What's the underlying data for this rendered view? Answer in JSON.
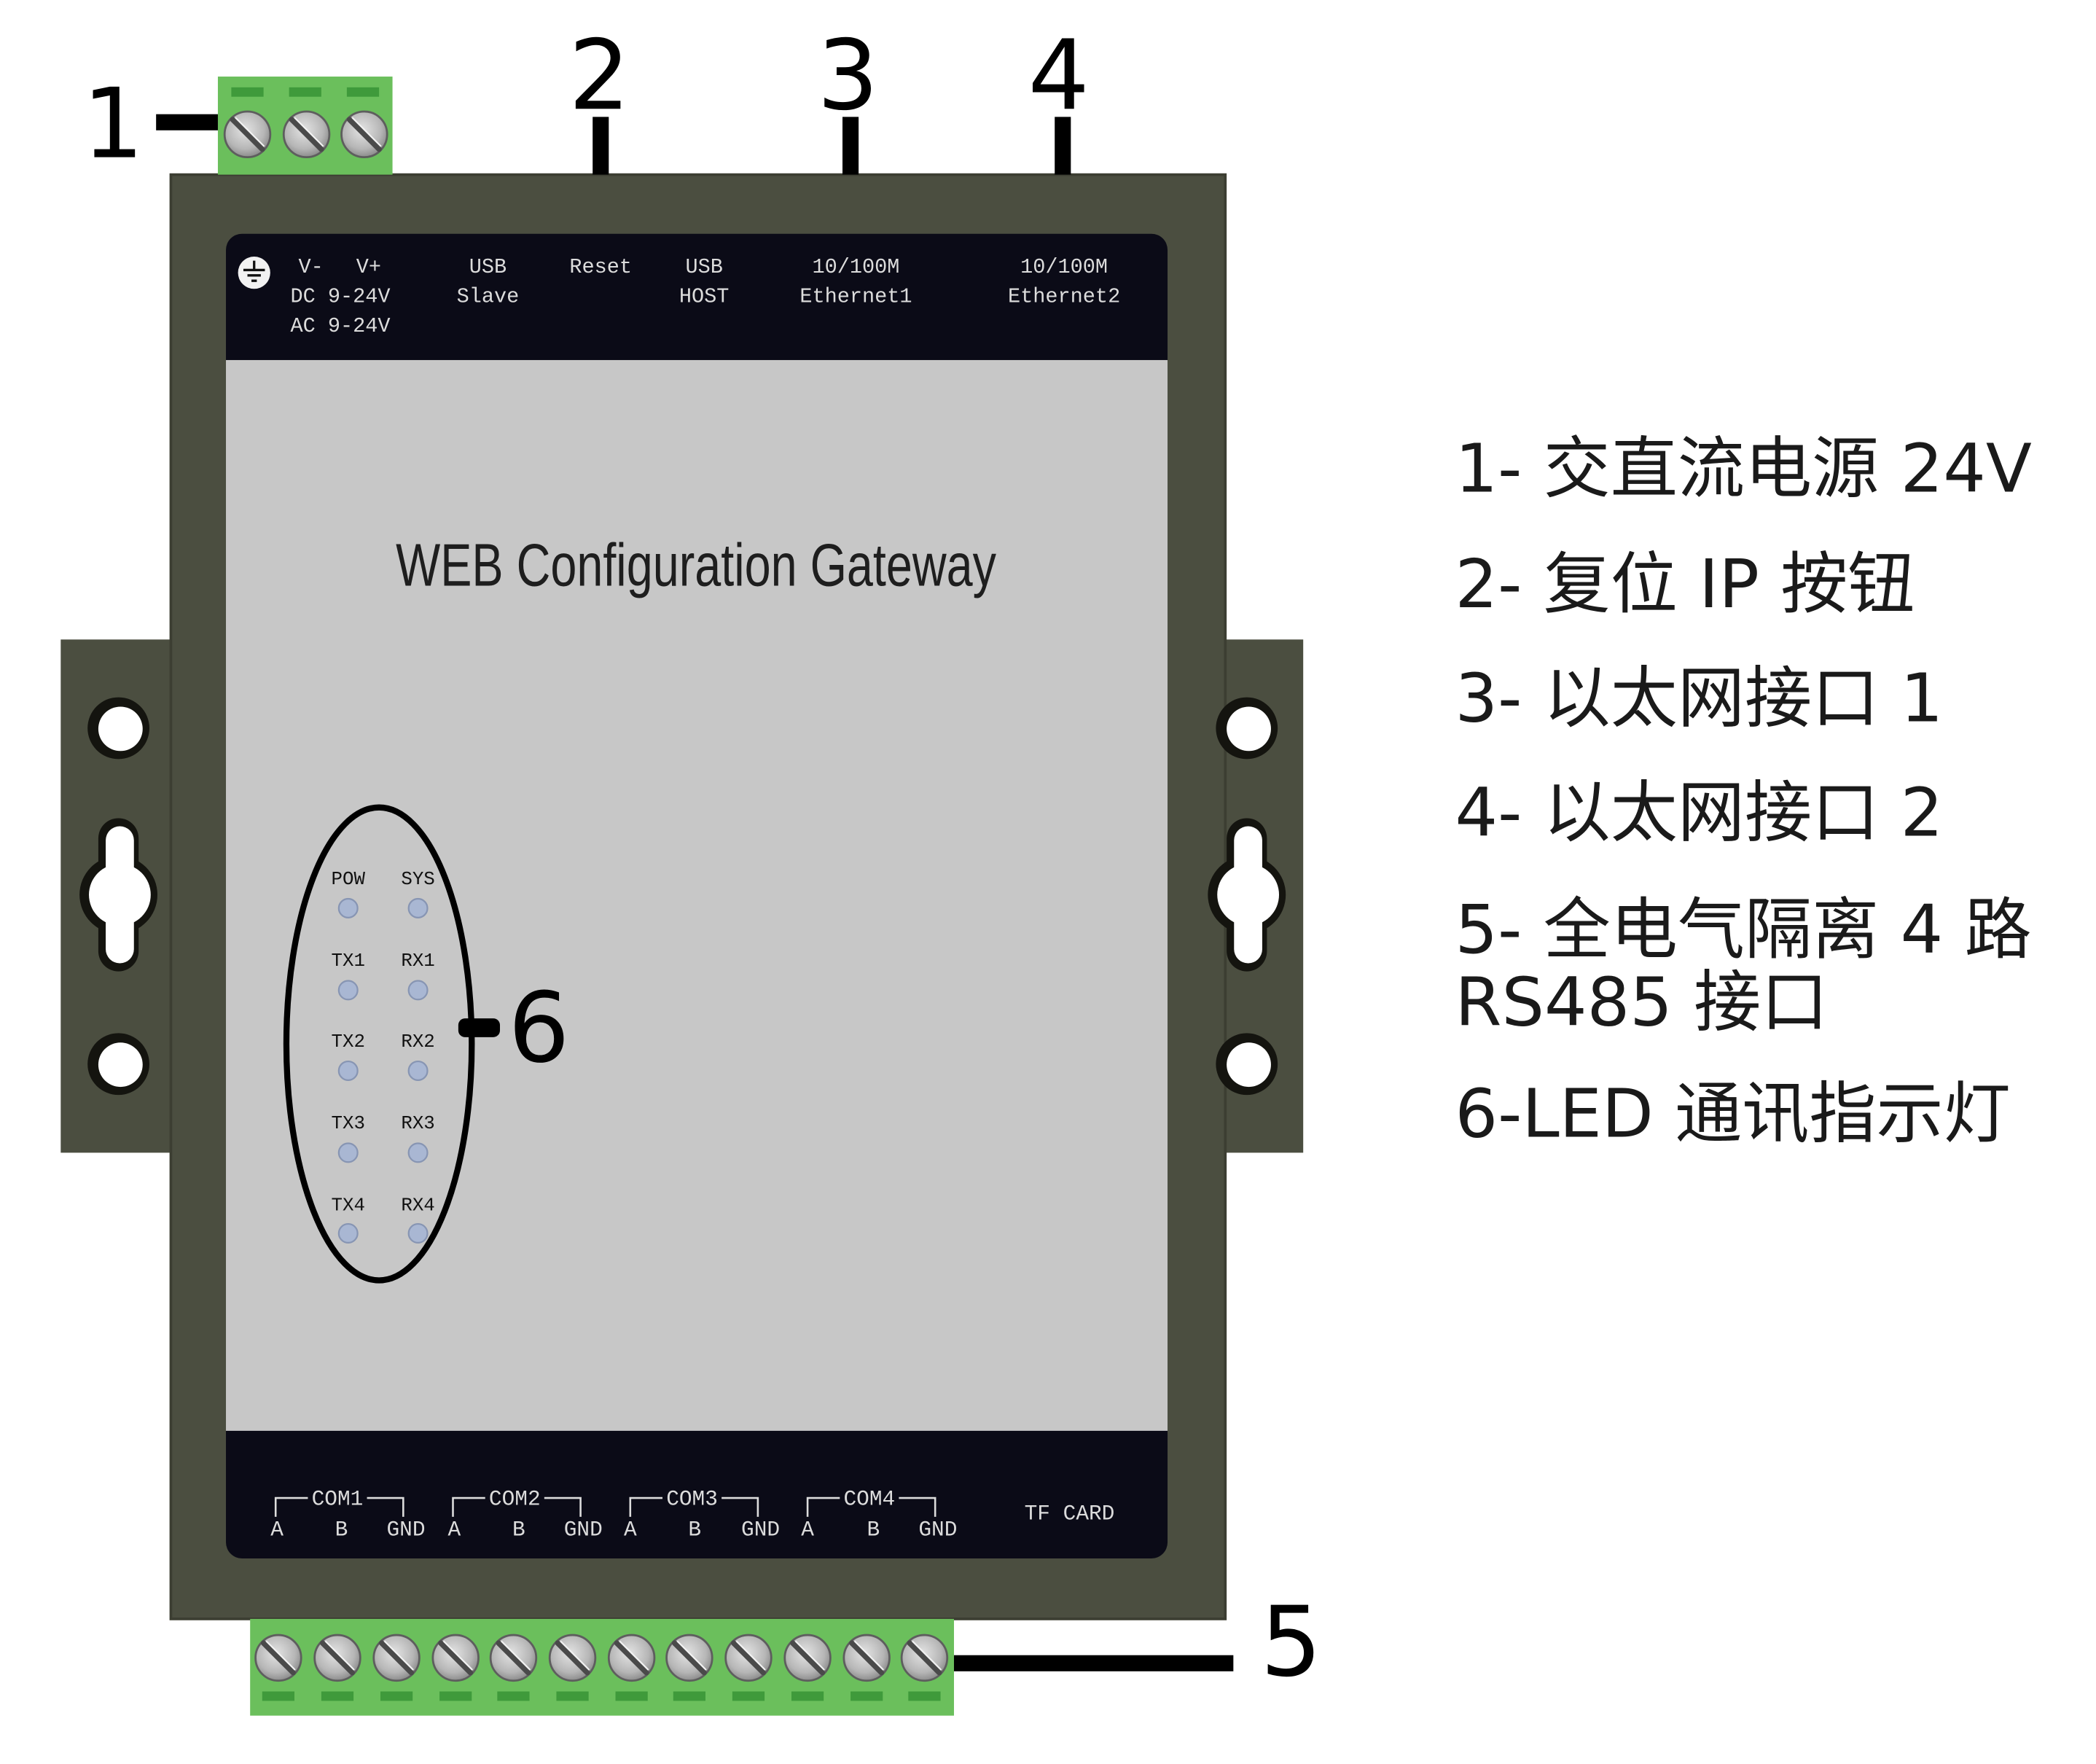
{
  "callouts": {
    "power_terminal": "1",
    "reset": "2",
    "ethernet1": "3",
    "ethernet2": "4",
    "rs485_terminal": "5",
    "led": "6"
  },
  "top_panel": {
    "ground_icon": "ground-icon",
    "power": {
      "v_minus": "V-",
      "v_plus": "V+",
      "dc": "DC 9-24V",
      "ac": "AC 9-24V"
    },
    "usb_slave": [
      "USB",
      "Slave"
    ],
    "reset": "Reset",
    "usb_host": [
      "USB",
      "HOST"
    ],
    "ethernet1": [
      "10/100M",
      "Ethernet1"
    ],
    "ethernet2": [
      "10/100M",
      "Ethernet2"
    ]
  },
  "title": "WEB Configuration Gateway",
  "leds": [
    {
      "left": "POW",
      "right": "SYS"
    },
    {
      "left": "TX1",
      "right": "RX1"
    },
    {
      "left": "TX2",
      "right": "RX2"
    },
    {
      "left": "TX3",
      "right": "RX3"
    },
    {
      "left": "TX4",
      "right": "RX4"
    }
  ],
  "bottom_panel": {
    "ports": [
      {
        "name": "COM1",
        "pins": [
          "A",
          "B",
          "GND"
        ]
      },
      {
        "name": "COM2",
        "pins": [
          "A",
          "B",
          "GND"
        ]
      },
      {
        "name": "COM3",
        "pins": [
          "A",
          "B",
          "GND"
        ]
      },
      {
        "name": "COM4",
        "pins": [
          "A",
          "B",
          "GND"
        ]
      }
    ],
    "tf_card": "TF CARD"
  },
  "legend": [
    {
      "lines": [
        "1- 交直流电源 24V"
      ]
    },
    {
      "lines": [
        "2- 复位 IP 按钮"
      ]
    },
    {
      "lines": [
        "3- 以太网接口 1"
      ]
    },
    {
      "lines": [
        "4- 以太网接口 2"
      ]
    },
    {
      "lines": [
        "5- 全电气隔离 4 路",
        "RS485 接口"
      ]
    },
    {
      "lines": [
        "6-LED 通讯指示灯"
      ]
    }
  ],
  "colors": {
    "housing": "#4b4e40",
    "panel": "#0b0b17",
    "label_area": "#c7c7c7",
    "terminal": "#6bbf5c",
    "terminal_mark": "#3f9a3b",
    "led": "#a9b7d3",
    "panel_text": "#dcdcdc",
    "ink": "#111111"
  }
}
